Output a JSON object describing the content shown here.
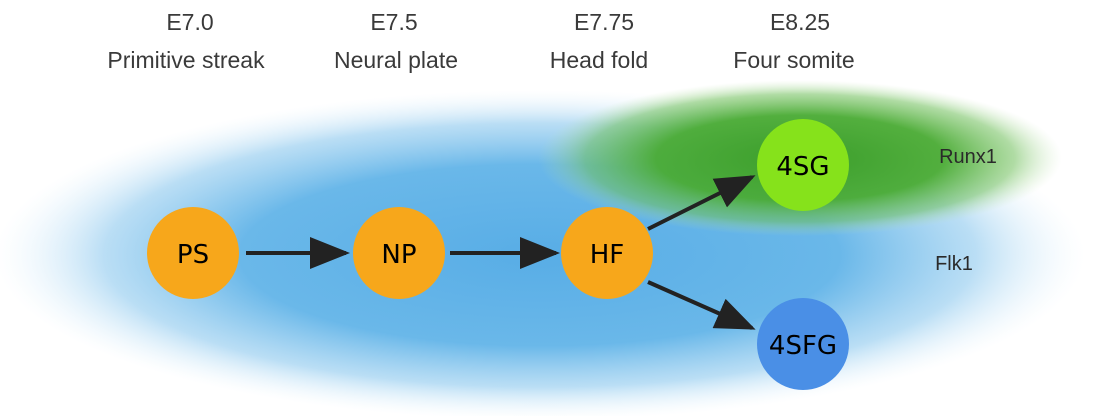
{
  "stages": [
    {
      "time": "E7.0",
      "name": "Primitive streak"
    },
    {
      "time": "E7.5",
      "name": "Neural plate"
    },
    {
      "time": "E7.75",
      "name": "Head fold"
    },
    {
      "time": "E8.25",
      "name": "Four somite"
    }
  ],
  "nodes": {
    "ps": {
      "label": "PS",
      "color": "#F7A71B"
    },
    "np": {
      "label": "NP",
      "color": "#F7A71B"
    },
    "hf": {
      "label": "HF",
      "color": "#F7A71B"
    },
    "sg4": {
      "label": "4SG",
      "color": "#86E21B"
    },
    "sfg4": {
      "label": "4SFG",
      "color": "#4A8FE6"
    }
  },
  "regions": {
    "runx1": {
      "label": "Runx1",
      "color": "#3FA42E"
    },
    "flk1": {
      "label": "Flk1",
      "color": "#5FB1E6"
    }
  },
  "edges": [
    {
      "from": "PS",
      "to": "NP"
    },
    {
      "from": "NP",
      "to": "HF"
    },
    {
      "from": "HF",
      "to": "4SG"
    },
    {
      "from": "HF",
      "to": "4SFG"
    }
  ]
}
